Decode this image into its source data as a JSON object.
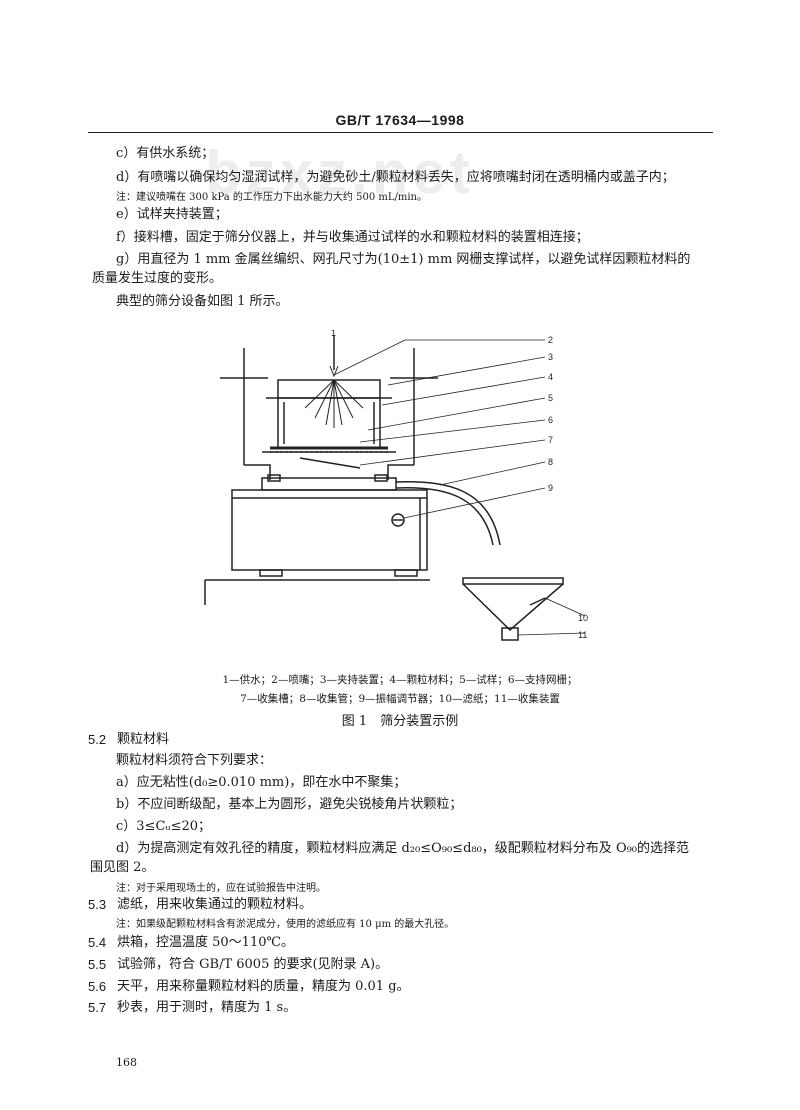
{
  "header": {
    "standard": "GB/T 17634—1998"
  },
  "watermark": "bzxz.net",
  "items_top": [
    "c）有供水系统；",
    "d）有喷嘴以确保均匀湿润试样，为避免砂土/颗粒材料丢失，应将喷嘴封闭在透明桶内或盖子内；",
    "注：建议喷嘴在 300 kPa 的工作压力下出水能力大约 500 mL/min。",
    "e）试样夹持装置；",
    "f）接料槽，固定于筛分仪器上，并与收集通过试样的水和颗粒材料的装置相连接；",
    "g）用直径为 1 mm 金属丝编织、网孔尺寸为(10±1) mm 网栅支撑试样，以避免试样因颗粒材料的",
    "质量发生过度的变形。",
    "典型的筛分设备如图 1 所示。"
  ],
  "figure": {
    "labels": [
      "1",
      "2",
      "3",
      "4",
      "5",
      "6",
      "7",
      "8",
      "9",
      "10",
      "11"
    ],
    "caption_line1": "1—供水；2—喷嘴；3—夹持装置；4—颗粒材料；5—试样；6—支持网栅；",
    "caption_line2": "7—收集槽；8—收集管；9—振幅调节器；10—滤纸；11—收集装置",
    "title": "图 1　筛分装置示例"
  },
  "section_52": {
    "number": "5.2",
    "title": "颗粒材料",
    "intro": "颗粒材料须符合下列要求：",
    "items": [
      "a）应无粘性(d₀≥0.010 mm)，即在水中不聚集；",
      "b）不应间断级配，基本上为圆形，避免尖锐棱角片状颗粒；",
      "c）3≤Cᵤ≤20；",
      "d）为提高测定有效孔径的精度，颗粒材料应满足 d₂₀≤O₉₀≤d₈₀，级配颗粒材料分布及 O₉₀的选择范",
      "围见图 2。"
    ],
    "note": "注：对于采用现场土的，应在试验报告中注明。"
  },
  "section_53": {
    "number": "5.3",
    "text": "滤纸，用来收集通过的颗粒材料。",
    "note": "注：如果级配颗粒材料含有淤泥成分，使用的滤纸应有 10 μm 的最大孔径。"
  },
  "section_54": {
    "number": "5.4",
    "text": "烘箱，控温温度 50～110℃。"
  },
  "section_55": {
    "number": "5.5",
    "text": "试验筛，符合 GB/T 6005 的要求(见附录 A)。"
  },
  "section_56": {
    "number": "5.6",
    "text": "天平，用来称量颗粒材料的质量，精度为 0.01 g。"
  },
  "section_57": {
    "number": "5.7",
    "text": "秒表，用于测时，精度为 1 s。"
  },
  "page_number": "168"
}
